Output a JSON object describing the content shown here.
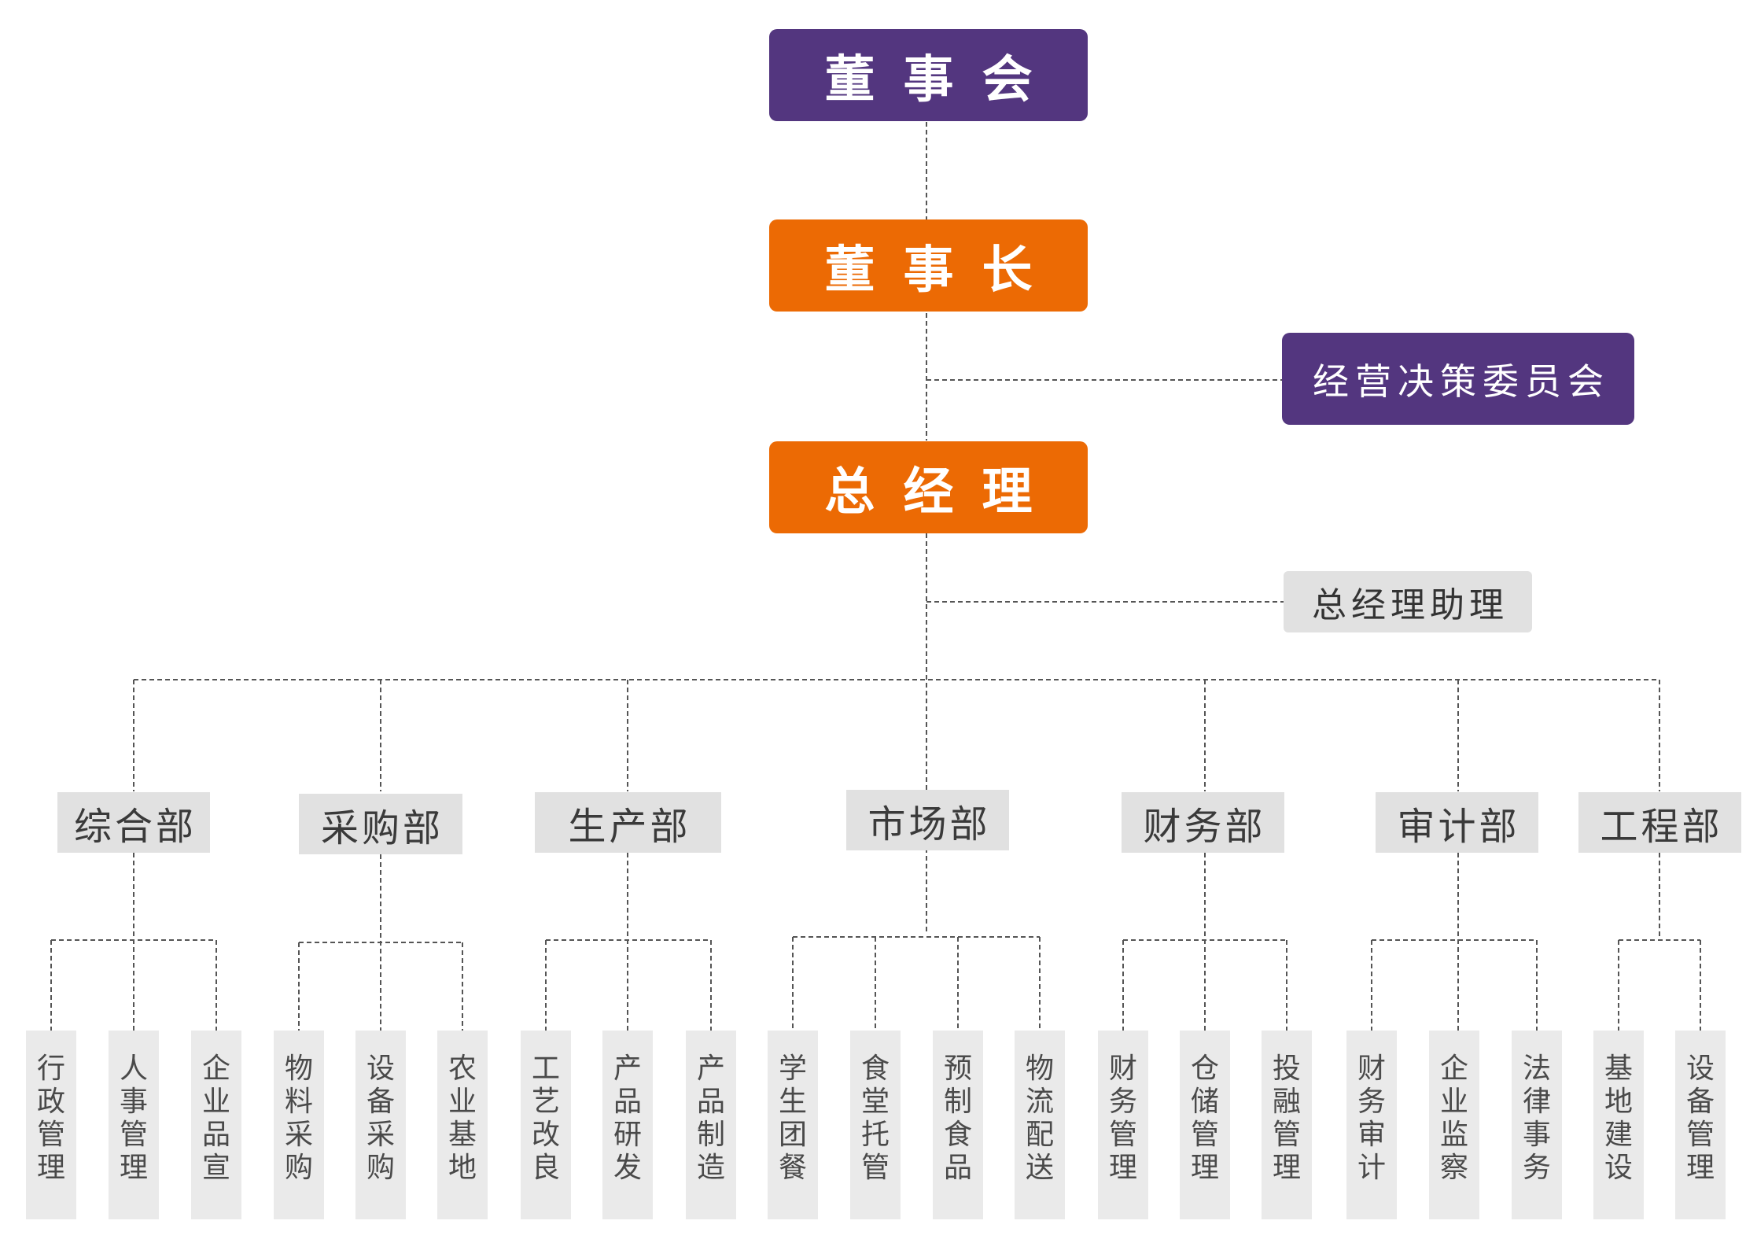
{
  "board": "董事会",
  "chairman": "董事长",
  "committee": "经营决策委员会",
  "general_manager": "总经理",
  "gm_assistant": "总经理助理",
  "departments": [
    {
      "name": "综合部",
      "subs": [
        "行政管理",
        "人事管理",
        "企业品宣"
      ]
    },
    {
      "name": "采购部",
      "subs": [
        "物料采购",
        "设备采购",
        "农业基地"
      ]
    },
    {
      "name": "生产部",
      "subs": [
        "工艺改良",
        "产品研发",
        "产品制造"
      ]
    },
    {
      "name": "市场部",
      "subs": [
        "学生团餐",
        "食堂托管",
        "预制食品",
        "物流配送"
      ]
    },
    {
      "name": "财务部",
      "subs": [
        "财务管理",
        "仓储管理",
        "投融管理"
      ]
    },
    {
      "name": "审计部",
      "subs": [
        "财务审计",
        "企业监察",
        "法律事务"
      ]
    },
    {
      "name": "工程部",
      "subs": [
        "基地建设",
        "设备管理"
      ]
    }
  ],
  "colors": {
    "primary": "#53367f",
    "accent": "#ec6a04",
    "box": "#e1e1e1",
    "line": "#555555"
  }
}
